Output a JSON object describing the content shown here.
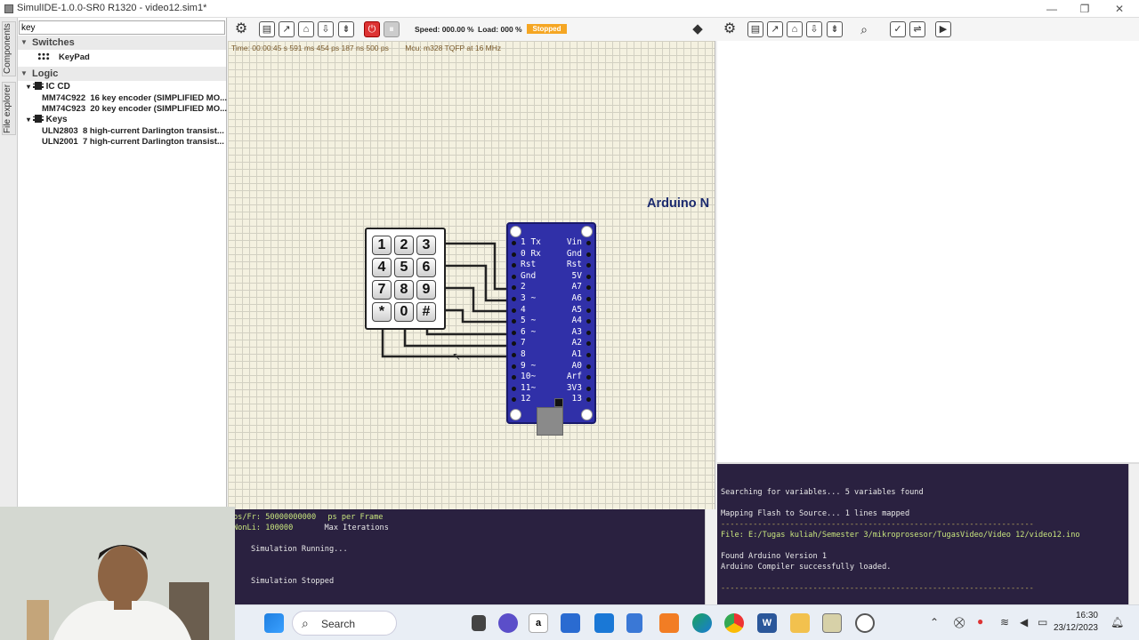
{
  "window": {
    "title": "SimulIDE-1.0.0-SR0 R1320  -  video12.sim1*",
    "controls": [
      "—",
      "❐",
      "✕"
    ]
  },
  "side_tabs": [
    "Components",
    "File explorer"
  ],
  "components": {
    "search_value": "key",
    "categories": [
      {
        "label": "Switches",
        "items": [
          {
            "id": "",
            "desc": "KeyPad"
          }
        ]
      },
      {
        "label": "Logic",
        "groups": [
          {
            "label": "IC CD",
            "items": [
              {
                "id": "MM74C922",
                "desc": "16 key encoder (SIMPLIFIED MO..."
              },
              {
                "id": "MM74C923",
                "desc": "20 key encoder (SIMPLIFIED MO..."
              }
            ]
          },
          {
            "label": "Keys",
            "items": [
              {
                "id": "ULN2803",
                "desc": "8 high-current Darlington transist..."
              },
              {
                "id": "ULN2001",
                "desc": "7 high-current Darlington transist..."
              }
            ]
          }
        ]
      }
    ]
  },
  "toolbar": {
    "speed": "Speed: 000.00 %",
    "load": "Load: 000 %",
    "status": "Stopped"
  },
  "canvas": {
    "time": "Time: 00:00:45 s  591 ms  454 ps  187 ns  500 ps",
    "mcu": "Mcu: m328 TQFP at 16 MHz",
    "board_label": "Arduino N",
    "keypad_keys": [
      "1",
      "2",
      "3",
      "4",
      "5",
      "6",
      "7",
      "8",
      "9",
      "*",
      "0",
      "#"
    ],
    "pins_left": [
      "1 Tx",
      "0 Rx",
      "Rst",
      "Gnd",
      "2",
      "3 ~",
      "4",
      "5 ~",
      "6 ~",
      "7",
      "8",
      "9 ~",
      "10~",
      "11~",
      "12"
    ],
    "pins_right": [
      "Vin",
      "Gnd",
      "Rst",
      "5V",
      "A7",
      "A6",
      "A5",
      "A4",
      "A3",
      "A2",
      "A1",
      "A0",
      "Arf",
      "3V3",
      "13"
    ]
  },
  "console": {
    "lines": [
      {
        "key": "ps/Fr:",
        "value": "50000000000",
        "desc": "ps per Frame"
      },
      {
        "key": "NonLi:",
        "value": "100000",
        "desc": "Max Iterations"
      }
    ],
    "messages": [
      "Simulation Running...",
      "Simulation Stopped"
    ]
  },
  "compiler_output": {
    "lines": [
      "Searching for variables... 5 variables found",
      "Mapping Flash to Source... 1 lines mapped",
      "--------------------------------------------------------------------",
      " File: E:/Tugas kuliah/Semester 3/mikroprosesor/TugasVideo/Video 12/video12.ino",
      "Found Arduino Version 1",
      "Arduino Compiler successfully loaded.",
      "--------------------------------------------------------------------"
    ]
  },
  "taskbar": {
    "search_label": "Search",
    "time": "16:30",
    "date": "23/12/2023"
  }
}
